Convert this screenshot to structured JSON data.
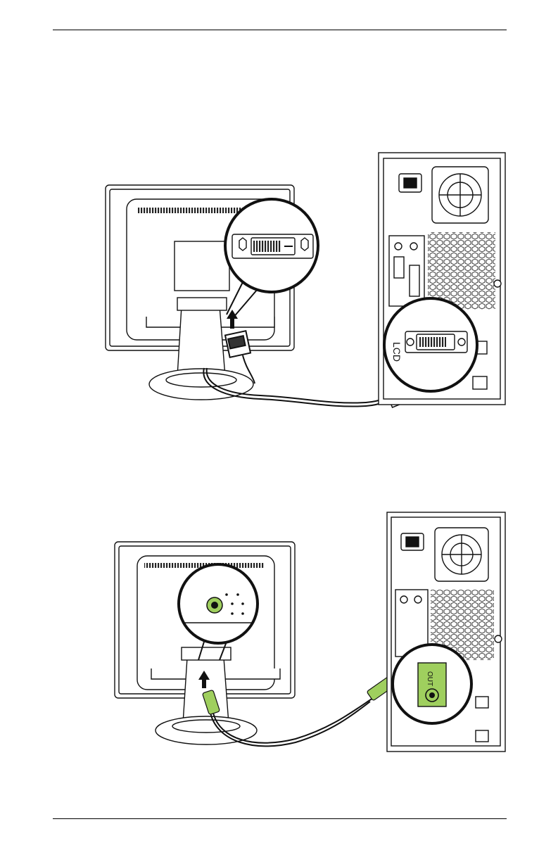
{
  "page": {
    "figures": [
      {
        "id": "figure-video-cable",
        "description_label": "",
        "pc_port_label": "LCD",
        "colors": {
          "line": "#111111",
          "panel": "#ffffff",
          "hatch": "#222222"
        },
        "icons": [
          "monitor-rear-icon",
          "dvi-port-icon",
          "pc-tower-rear-icon",
          "dvi-cable-icon",
          "arrow-up-icon",
          "magnifier-callout-icon"
        ]
      },
      {
        "id": "figure-audio-cable",
        "description_label": "",
        "pc_port_label": "OUT",
        "colors": {
          "line": "#111111",
          "audio_green": "#9fcf5e",
          "audio_green_dark": "#5f8f2a"
        },
        "icons": [
          "monitor-rear-icon",
          "audio-in-jack-icon",
          "pc-tower-rear-icon",
          "audio-cable-icon",
          "arrow-up-icon",
          "speaker-out-icon"
        ]
      }
    ]
  }
}
